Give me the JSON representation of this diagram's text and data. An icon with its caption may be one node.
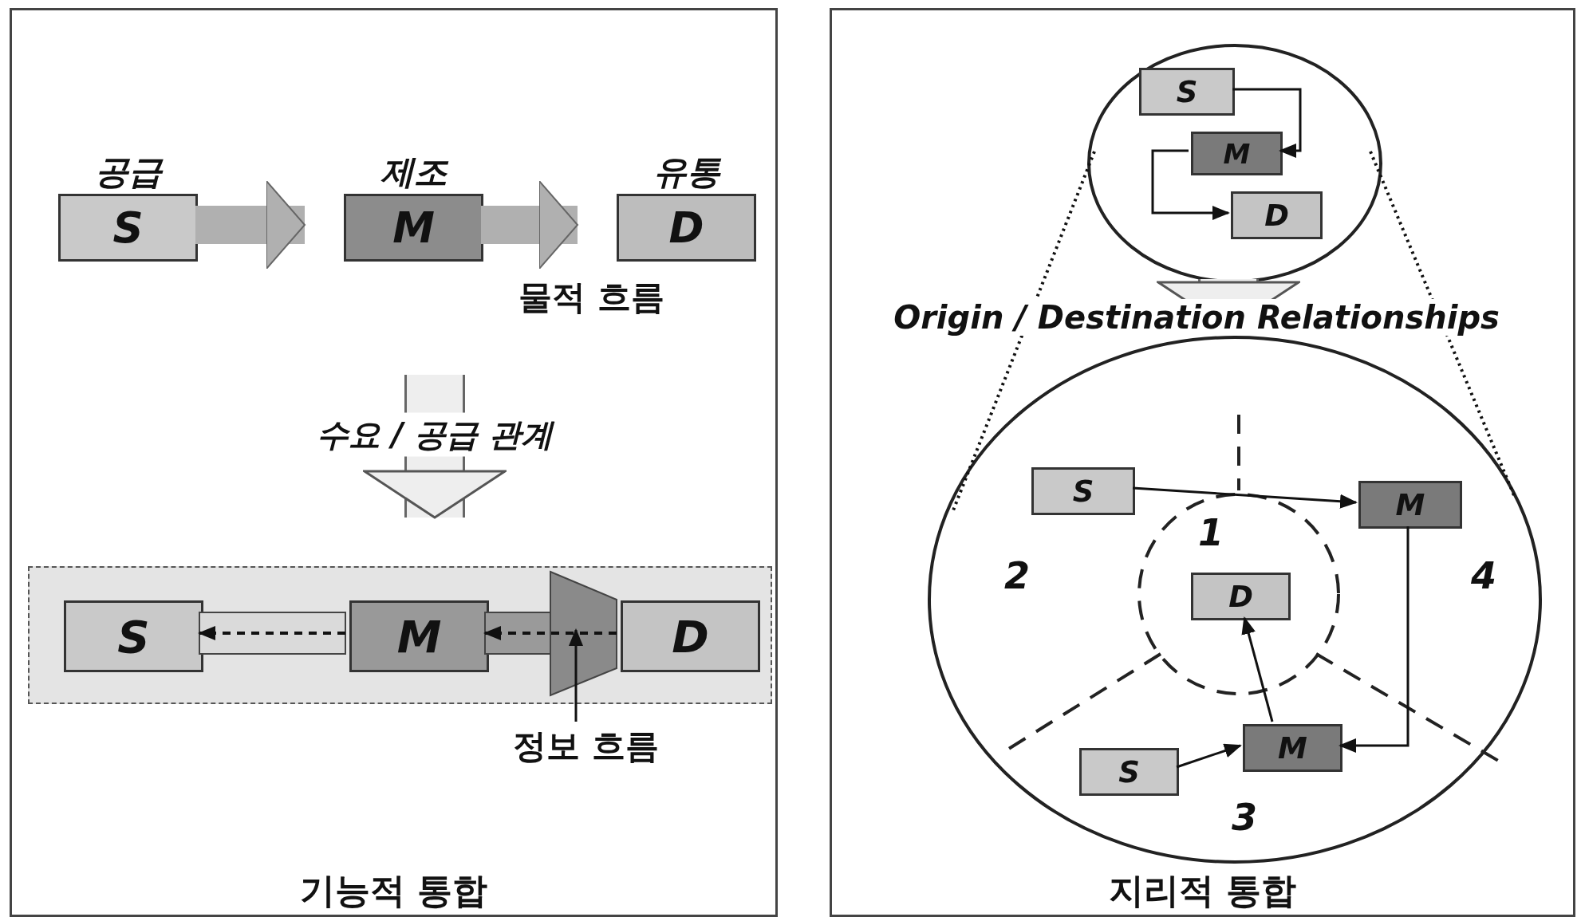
{
  "diagram": {
    "nodes": [
      {
        "text": [
          "기능적 통합"
        ]
      },
      {
        "text": [
          "S"
        ],
        "beside": [
          "공급"
        ],
        "in": 0
      },
      {
        "text": [
          "M"
        ],
        "beside": [
          "제조"
        ],
        "in": 0
      },
      {
        "text": [
          "D"
        ],
        "beside": [
          "유통"
        ],
        "in": 0
      },
      {
        "text": [],
        "shape": "box",
        "in": 0
      },
      {
        "text": [
          "S"
        ],
        "in": 4
      },
      {
        "text": [
          "M"
        ],
        "in": 4
      },
      {
        "text": [
          "D"
        ],
        "in": 4
      },
      {
        "text": [
          "지리적 통합"
        ]
      },
      {
        "text": [],
        "shape": "circle",
        "in": 8
      },
      {
        "text": [
          "S"
        ],
        "in": 9
      },
      {
        "text": [
          "M"
        ],
        "in": 9
      },
      {
        "text": [
          "D"
        ],
        "in": 9
      },
      {
        "text": [],
        "shape": "circle",
        "in": 8
      },
      {
        "text": [
          "S"
        ],
        "in": 13
      },
      {
        "text": [
          "M"
        ],
        "in": 13
      },
      {
        "text": [
          "D"
        ],
        "in": 13
      },
      {
        "text": [
          "M"
        ],
        "in": 13
      },
      {
        "text": [
          "S"
        ],
        "in": 13
      },
      {
        "text": [
          "정보 흐름"
        ],
        "in": 0
      }
    ],
    "edges": [
      {
        "from": 1,
        "to": 2,
        "arrow": "to",
        "style": "thick",
        "color": "#b0b0b0"
      },
      {
        "from": 2,
        "to": 3,
        "arrow": "to",
        "style": "thick",
        "color": "#b0b0b0"
      },
      {
        "from": 6,
        "to": 5,
        "arrow": "to",
        "style": "dashed"
      },
      {
        "from": 7,
        "to": 6,
        "arrow": "to",
        "style": "dashed"
      },
      {
        "from": 19,
        "to": null,
        "arrow": "to"
      },
      {
        "from": null,
        "to": 4,
        "arrow": "to",
        "label": "수요 / 공급 관계",
        "style": "thick",
        "color": "#eeeeee"
      },
      {
        "from": 9,
        "to": 13,
        "arrow": "to",
        "label": "Origin / Destination Relationships",
        "style": "thick",
        "color": "#eeeeee"
      },
      {
        "from": 9,
        "to": 13,
        "arrow": "none",
        "style": "dashed"
      },
      {
        "from": 9,
        "to": 13,
        "arrow": "none",
        "style": "dashed"
      },
      {
        "from": 10,
        "to": 11,
        "arrow": "to"
      },
      {
        "from": 11,
        "to": 12,
        "arrow": "to"
      },
      {
        "from": 14,
        "to": 15,
        "arrow": "to"
      },
      {
        "from": 15,
        "to": 17,
        "arrow": "to"
      },
      {
        "from": 17,
        "to": 16,
        "arrow": "to"
      },
      {
        "from": 18,
        "to": 17,
        "arrow": "to"
      }
    ],
    "labels": [
      "물적 흐름",
      "1",
      "2",
      "4",
      "3"
    ]
  }
}
